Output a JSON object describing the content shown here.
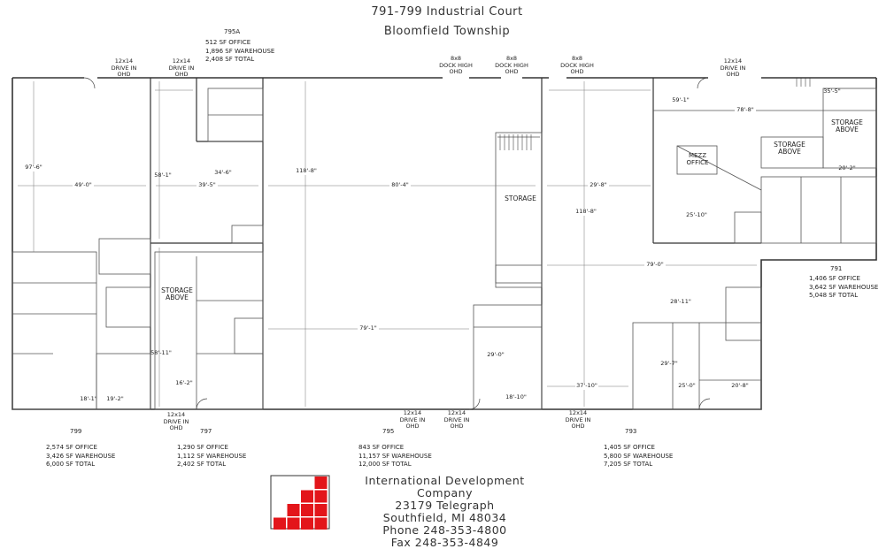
{
  "header": {
    "address": "791-799 Industrial Court",
    "township": "Bloomfield Township"
  },
  "doors": [
    {
      "id": "d1",
      "text": [
        "12x14",
        "DRIVE IN",
        "OHD"
      ]
    },
    {
      "id": "d2",
      "text": [
        "12x14",
        "DRIVE IN",
        "OHD"
      ]
    },
    {
      "id": "d3",
      "text": [
        "8x8",
        "DOCK HIGH",
        "OHD"
      ]
    },
    {
      "id": "d4",
      "text": [
        "8x8",
        "DOCK HIGH",
        "OHD"
      ]
    },
    {
      "id": "d5",
      "text": [
        "8x8",
        "DOCK HIGH",
        "OHD"
      ]
    },
    {
      "id": "d6",
      "text": [
        "12x14",
        "DRIVE IN",
        "OHD"
      ]
    },
    {
      "id": "d7",
      "text": [
        "12x14",
        "DRIVE IN",
        "OHD"
      ]
    },
    {
      "id": "d8",
      "text": [
        "12x14",
        "DRIVE IN",
        "OHD"
      ]
    },
    {
      "id": "d9",
      "text": [
        "12x14",
        "DRIVE IN",
        "OHD"
      ]
    },
    {
      "id": "d10",
      "text": [
        "12x14",
        "DRIVE IN",
        "OHD"
      ]
    }
  ],
  "units": {
    "u795a": {
      "number": "795A",
      "office": "512 SF OFFICE",
      "warehouse": "1,896 SF WAREHOUSE",
      "total": "2,408 SF TOTAL"
    },
    "u799": {
      "number": "799",
      "office": "2,574 SF OFFICE",
      "warehouse": "3,426 SF WAREHOUSE",
      "total": "6,000 SF TOTAL"
    },
    "u797": {
      "number": "797",
      "office": "1,290 SF OFFICE",
      "warehouse": "1,112 SF WAREHOUSE",
      "total": "2,402 SF TOTAL"
    },
    "u795": {
      "number": "795",
      "office": "843 SF OFFICE",
      "warehouse": "11,157 SF WAREHOUSE",
      "total": "12,000 SF TOTAL"
    },
    "u793": {
      "number": "793",
      "office": "1,405 SF OFFICE",
      "warehouse": "5,800 SF WAREHOUSE",
      "total": "7,205 SF TOTAL"
    },
    "u791": {
      "number": "791",
      "office": "1,406 SF OFFICE",
      "warehouse": "3,642 SF WAREHOUSE",
      "total": "5,048 SF TOTAL"
    }
  },
  "rooms": {
    "storage": "STORAGE",
    "storage_above_left": [
      "STORAGE",
      "ABOVE"
    ],
    "storage_above_mid": [
      "STORAGE",
      "ABOVE"
    ],
    "storage_above_right": [
      "STORAGE",
      "ABOVE"
    ],
    "mezz_office": [
      "MEZZ",
      "OFFICE"
    ]
  },
  "dimensions": [
    "49'-0\"",
    "39'-5\"",
    "80'-4\"",
    "29'-8\"",
    "34'-6\"",
    "58'-1\"",
    "118'-8\"",
    "118'-8\"",
    "79'-1\"",
    "79'-0\"",
    "37'-10\"",
    "25'-0\"",
    "20'-8\"",
    "16'-2\"",
    "18'-1\"",
    "19'-2\"",
    "58'-11\"",
    "97'-6\"",
    "78'-8\"",
    "59'-1\"",
    "35'-5\"",
    "20'-2\"",
    "25'-10\"",
    "29'-0\"",
    "28'-11\"",
    "29'-7\"",
    "18'-10\""
  ],
  "company": {
    "name": "International Development Company",
    "street": "23179 Telegraph",
    "city": "Southfield, MI 48034",
    "phone": "Phone 248-353-4800",
    "fax": "Fax 248-353-4849"
  },
  "colors": {
    "logo_red": "#e3151a",
    "line": "#333333"
  }
}
